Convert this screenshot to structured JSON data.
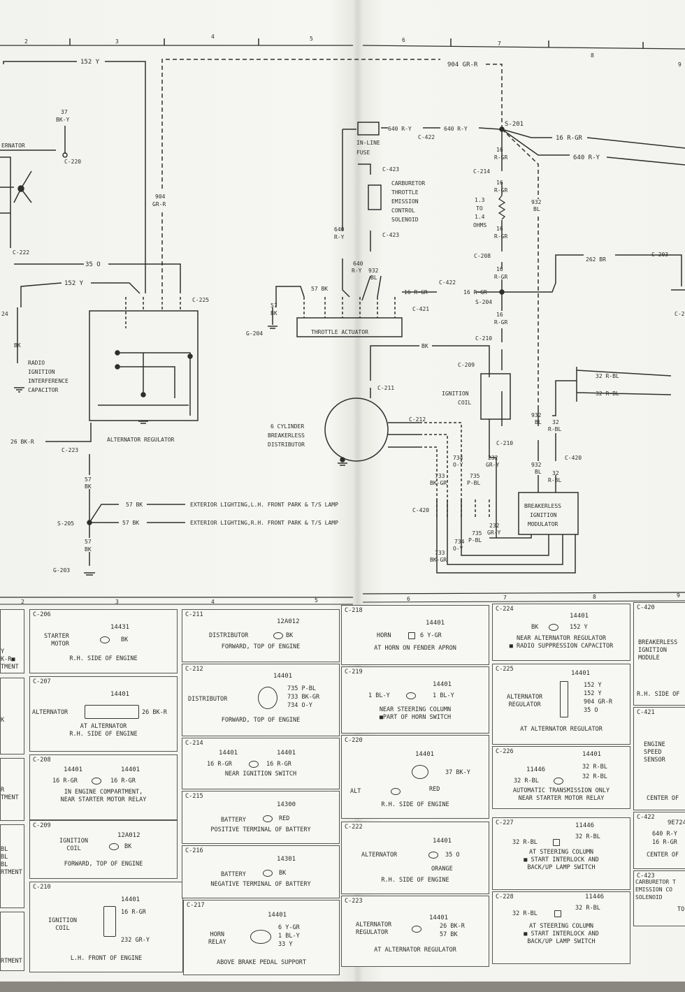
{
  "grid_columns": [
    "2",
    "3",
    "4",
    "5",
    "6",
    "7",
    "8",
    "9"
  ],
  "diagram": {
    "labels": {
      "w152y_top": "152 Y",
      "w904_top": "904 GR-R",
      "s201": "S-201",
      "w16rgr_s201": "16 R-GR",
      "w640ry_s201": "640 R-Y",
      "w37": "37",
      "w37c": "BK-Y",
      "alt_partial": "ERNATOR",
      "c220": "C-220",
      "c222": "C-222",
      "w35": "35 O",
      "w904v": "904",
      "w904vc": "GR-R",
      "w152y_mid": "152 Y",
      "c225": "C-225",
      "w24": "24",
      "bk": "BK",
      "radio": "RADIO",
      "radio2": "IGNITION",
      "radio3": "INTERFERENCE",
      "radio4": "CAPACITOR",
      "w26": "26 BK-R",
      "c223": "C-223",
      "altreg": "ALTERNATOR  REGULATOR",
      "w57": "57",
      "w57c": "BK",
      "s205": "S-205",
      "w57bk1": "57 BK",
      "w57bk2": "57 BK",
      "ext1": "EXTERIOR LIGHTING,L.H. FRONT PARK & T/S LAMP",
      "ext2": "EXTERIOR LIGHTING,R.H. FRONT PARK & T/S LAMP",
      "w57b": "57",
      "w57bc": "BK",
      "g203": "G-203",
      "w640_fuse": "640 R-Y",
      "w640_r": "640 R-Y",
      "c422a": "C-422",
      "fuse1": "IN-LINE",
      "fuse2": "FUSE",
      "c423a": "C-423",
      "c423b": "C-423",
      "carb1": "CARBURETOR",
      "carb2": "THROTTLE",
      "carb3": "EMISSION",
      "carb4": "CONTROL",
      "carb5": "SOLENOID",
      "w640v": "640",
      "w640vc": "R-Y",
      "w640v2": "640",
      "w640v2c": "R-Y",
      "w932": "932",
      "w932c": "BL",
      "w57bk3": "57 BK",
      "w57v": "57",
      "w57vc": "BK",
      "g204": "G-204",
      "throttle": "THROTTLE ACTUATOR",
      "w16a": "16 R-GR",
      "c422b": "C-422",
      "w16b": "16 R-GR",
      "s204": "S-204",
      "c421": "C-421",
      "w16v1": "16",
      "w16v1c": "R-GR",
      "c214": "C-214",
      "w16v2": "16",
      "w16v2c": "R-GR",
      "res1": "1.3",
      "res2": "TO",
      "res3": "1.4",
      "res4": "OHMS",
      "w16v3": "16",
      "w16v3c": "R-GR",
      "c208": "C-208",
      "w16v4": "16",
      "w16v4c": "R-GR",
      "w16v5": "16",
      "w16v5c": "R-GR",
      "c210a": "C-210",
      "bk2": "BK",
      "c209": "C-209",
      "coil1": "IGNITION",
      "coil2": "COIL",
      "c210b": "C-210",
      "c211": "C-211",
      "dist1": "6 CYLINDER",
      "dist2": "BREAKERLESS",
      "dist3": "DISTRIBUTOR",
      "c212": "C-212",
      "w734": "734",
      "w734c": "O-Y",
      "w735": "735",
      "w735c": "P-BL",
      "w733": "733",
      "w733c": "BK-GR",
      "w232": "232",
      "w232c": "GR-Y",
      "c420": "C-420",
      "c420b": "C-420",
      "w932b": "932",
      "w932bc": "BL",
      "w32": "32",
      "w32c": "R-BL",
      "w932d": "932",
      "w932dc": "BL",
      "w32b": "32",
      "w32bc": "R-BL",
      "mod1": "BREAKERLESS",
      "mod2": "IGNITION",
      "mod3": "MODULATOR",
      "w932e": "932",
      "w932ec": "BL",
      "w262": "262 BR",
      "c203": "C-203",
      "c2x": "C-2",
      "w32rbl1": "32 R-BL",
      "w32rbl2": "32 R-BL",
      "w232b": "232",
      "w232bc": "GR-Y",
      "w735b": "735",
      "w735bc": "P-BL",
      "w734b": "734",
      "w734bc": "O-Y",
      "w733b": "733",
      "w733bc": "BK-GR"
    }
  },
  "stubs": [
    {
      "text": "Y\nK-R■\nTMENT"
    },
    {
      "text": "K"
    },
    {
      "text": "R\nTMENT"
    },
    {
      "text": "BL\nBL\nBL\nRTMENT"
    },
    {
      "text": "RTMENT"
    }
  ],
  "connectors": [
    {
      "id": "C-206",
      "part": "14431",
      "name": "STARTER\nMOTOR",
      "wires": "BK",
      "location": "R.H. SIDE OF ENGINE"
    },
    {
      "id": "C-207",
      "part": "14401",
      "name": "ALTERNATOR",
      "wires": "26 BK-R",
      "location": "AT ALTERNATOR\nR.H. SIDE OF ENGINE"
    },
    {
      "id": "C-208",
      "part": "14401",
      "part2": "14401",
      "name": "",
      "wires": "16 R-GR",
      "wires2": "16 R-GR",
      "location": "IN ENGINE COMPARTMENT,\nNEAR STARTER MOTOR RELAY"
    },
    {
      "id": "C-209",
      "part": "12A012",
      "name": "IGNITION\nCOIL",
      "wires": "BK",
      "location": "FORWARD, TOP OF ENGINE"
    },
    {
      "id": "C-210",
      "part": "14401",
      "name": "IGNITION\nCOIL",
      "wires": "16 R-GR",
      "wires2": "232 GR-Y",
      "location": "L.H. FRONT OF ENGINE"
    },
    {
      "id": "C-211",
      "part": "12A012",
      "name": "DISTRIBUTOR",
      "wires": "BK",
      "location": "FORWARD, TOP OF ENGINE"
    },
    {
      "id": "C-212",
      "part": "14401",
      "name": "DISTRIBUTOR",
      "wires": "735 P-BL",
      "wires2": "733 BK-GR",
      "wires3": "734 O-Y",
      "location": "FORWARD, TOP OF ENGINE"
    },
    {
      "id": "C-214",
      "part": "14401",
      "part2": "14401",
      "name": "",
      "wires": "16 R-GR",
      "wires2": "16 R-GR",
      "location": "NEAR IGNITION SWITCH"
    },
    {
      "id": "C-215",
      "part": "14300",
      "name": "BATTERY",
      "wires": "RED",
      "location": "POSITIVE TERMINAL OF BATTERY"
    },
    {
      "id": "C-216",
      "part": "14301",
      "name": "BATTERY",
      "wires": "BK",
      "location": "NEGATIVE TERMINAL OF BATTERY"
    },
    {
      "id": "C-217",
      "part": "14401",
      "name": "HORN\nRELAY",
      "wires": "6 Y-GR",
      "wires2": "1 BL-Y",
      "wires3": "33 Y",
      "location": "ABOVE BRAKE PEDAL SUPPORT"
    },
    {
      "id": "C-218",
      "part": "14401",
      "name": "HORN",
      "wires": "6 Y-GR",
      "location": "AT HORN ON FENDER APRON"
    },
    {
      "id": "C-219",
      "part": "14401",
      "name": "",
      "wires": "1 BL-Y",
      "wires2": "1 BL-Y",
      "location": "NEAR STEERING COLUMN\n■PART OF HORN SWITCH"
    },
    {
      "id": "C-220",
      "part": "14401",
      "name": "ALT",
      "wires": "37 BK-Y",
      "wires2": "RED",
      "location": "R.H. SIDE OF ENGINE"
    },
    {
      "id": "C-222",
      "part": "14401",
      "name": "ALTERNATOR",
      "wires": "35 O",
      "wires2": "ORANGE",
      "location": "R.H. SIDE OF ENGINE"
    },
    {
      "id": "C-223",
      "part": "14401",
      "name": "ALTERNATOR\nREGULATOR",
      "wires": "26 BK-R",
      "wires2": "57 BK",
      "location": "AT ALTERNATOR REGULATOR"
    },
    {
      "id": "C-224",
      "part": "14401",
      "name": "",
      "wires": "BK",
      "wires2": "152 Y",
      "location": "NEAR ALTERNATOR REGULATOR\n■ RADIO SUPPRESSION CAPACITOR"
    },
    {
      "id": "C-225",
      "part": "14401",
      "name": "ALTERNATOR\nREGULATOR",
      "wires": "152 Y",
      "wires2": "152 Y",
      "wires3": "904 GR-R",
      "wires4": "35 O",
      "location": "AT ALTERNATOR REGULATOR"
    },
    {
      "id": "C-226",
      "part": "11446",
      "part2": "14401",
      "name": "",
      "wires": "32 R-BL",
      "wires2": "32 R-BL",
      "wires3": "32 R-BL",
      "location": "AUTOMATIC TRANSMISSION ONLY\nNEAR STARTER MOTOR RELAY"
    },
    {
      "id": "C-227",
      "part": "11446",
      "name": "",
      "wires": "32 R-BL",
      "wires2": "32 R-BL",
      "location": "AT STEERING COLUMN\n■ START INTERLOCK AND\nBACK/UP LAMP SWITCH"
    },
    {
      "id": "C-228",
      "part": "11446",
      "name": "",
      "wires": "32 R-BL",
      "wires2": "32 R-BL",
      "location": "AT STEERING COLUMN\n■ START INTERLOCK AND\nBACK/UP LAMP SWITCH"
    },
    {
      "id": "C-420",
      "part": "",
      "name": "BREAKERLESS\nIGNITION\nMODULE",
      "wires": "",
      "location": "R.H. SIDE OF"
    },
    {
      "id": "C-421",
      "part": "",
      "name": "ENGINE\nSPEED\nSENSOR",
      "wires": "",
      "location": "CENTER OF"
    },
    {
      "id": "C-422",
      "part": "9E724",
      "name": "",
      "wires": "640 R-Y",
      "wires2": "16 R-GR",
      "location": "CENTER OF"
    },
    {
      "id": "C-423",
      "part": "",
      "name": "CARBURETOR T\nEMISSION CO\nSOLENOID",
      "wires": "",
      "location": "TO"
    }
  ]
}
